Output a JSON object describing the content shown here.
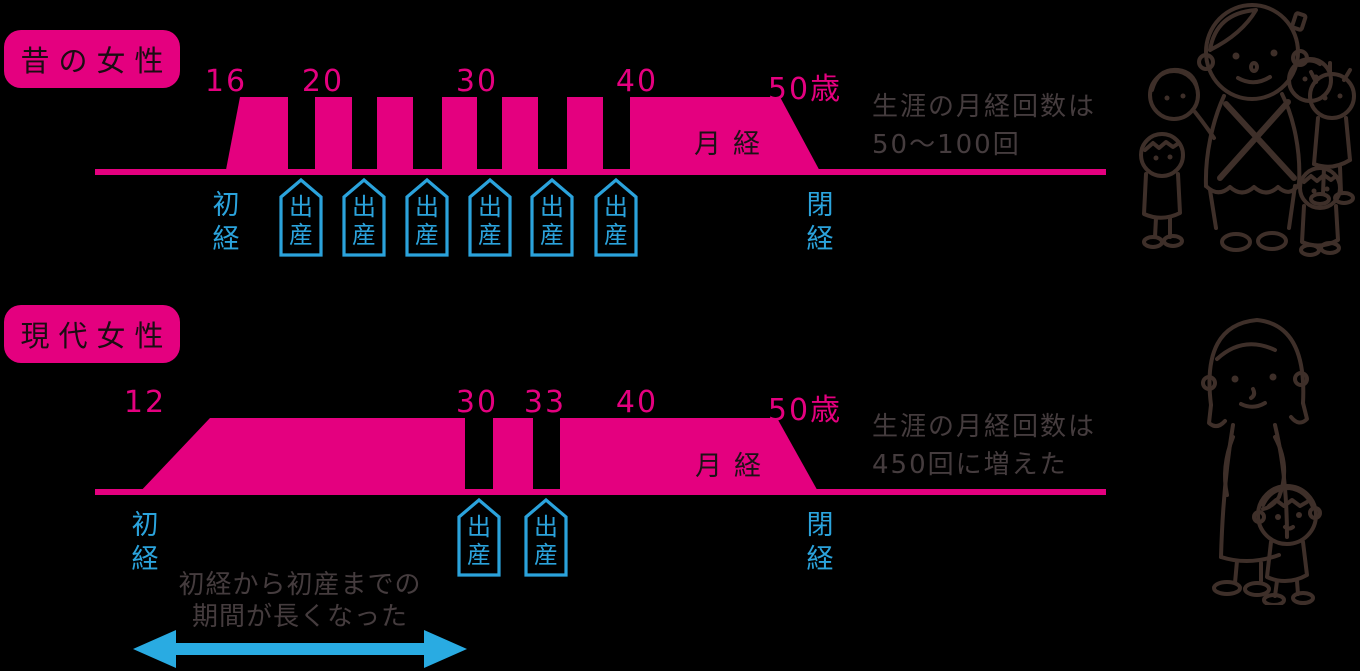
{
  "colors": {
    "background": "#000000",
    "pink": "#e4007f",
    "blue": "#2ba3dc",
    "blue_arrow": "#29abe2",
    "dark_text": "#453c3e",
    "menses_text": "#1c1216",
    "title_text": "#1a0d12",
    "illustration": "#3e2f29"
  },
  "labels": {
    "menses": "月経",
    "birth": [
      "出",
      "産"
    ]
  },
  "sections": {
    "past": {
      "title": "昔の女性",
      "ages": [
        "16",
        "20",
        "30",
        "40",
        "50歳"
      ],
      "menarche": [
        "初",
        "経"
      ],
      "menopause": [
        "閉",
        "経"
      ],
      "note": [
        "生涯の月経回数は",
        "50〜100回"
      ],
      "births_count": 6,
      "illustration": "mother-carrying-baby-with-four-children"
    },
    "modern": {
      "title": "現代女性",
      "ages": [
        "12",
        "30",
        "33",
        "40",
        "50歳"
      ],
      "menarche": [
        "初",
        "経"
      ],
      "menopause": [
        "閉",
        "経"
      ],
      "note": [
        "生涯の月経回数は",
        "450回に増えた"
      ],
      "births_count": 2,
      "annotation": [
        "初経から初産までの",
        "期間が長くなった"
      ],
      "illustration": "mother-with-one-child"
    }
  },
  "diagram_data": {
    "type": "timeline-comparison",
    "past": {
      "menarche_age": 16,
      "menopause_age": 50,
      "birth_ages_approx": [
        19,
        23,
        27,
        31,
        35,
        39
      ],
      "lifetime_menses_count": "50〜100回"
    },
    "modern": {
      "menarche_age": 12,
      "menopause_age": 50,
      "birth_ages": [
        30,
        33
      ],
      "lifetime_menses_count": "450回"
    }
  }
}
